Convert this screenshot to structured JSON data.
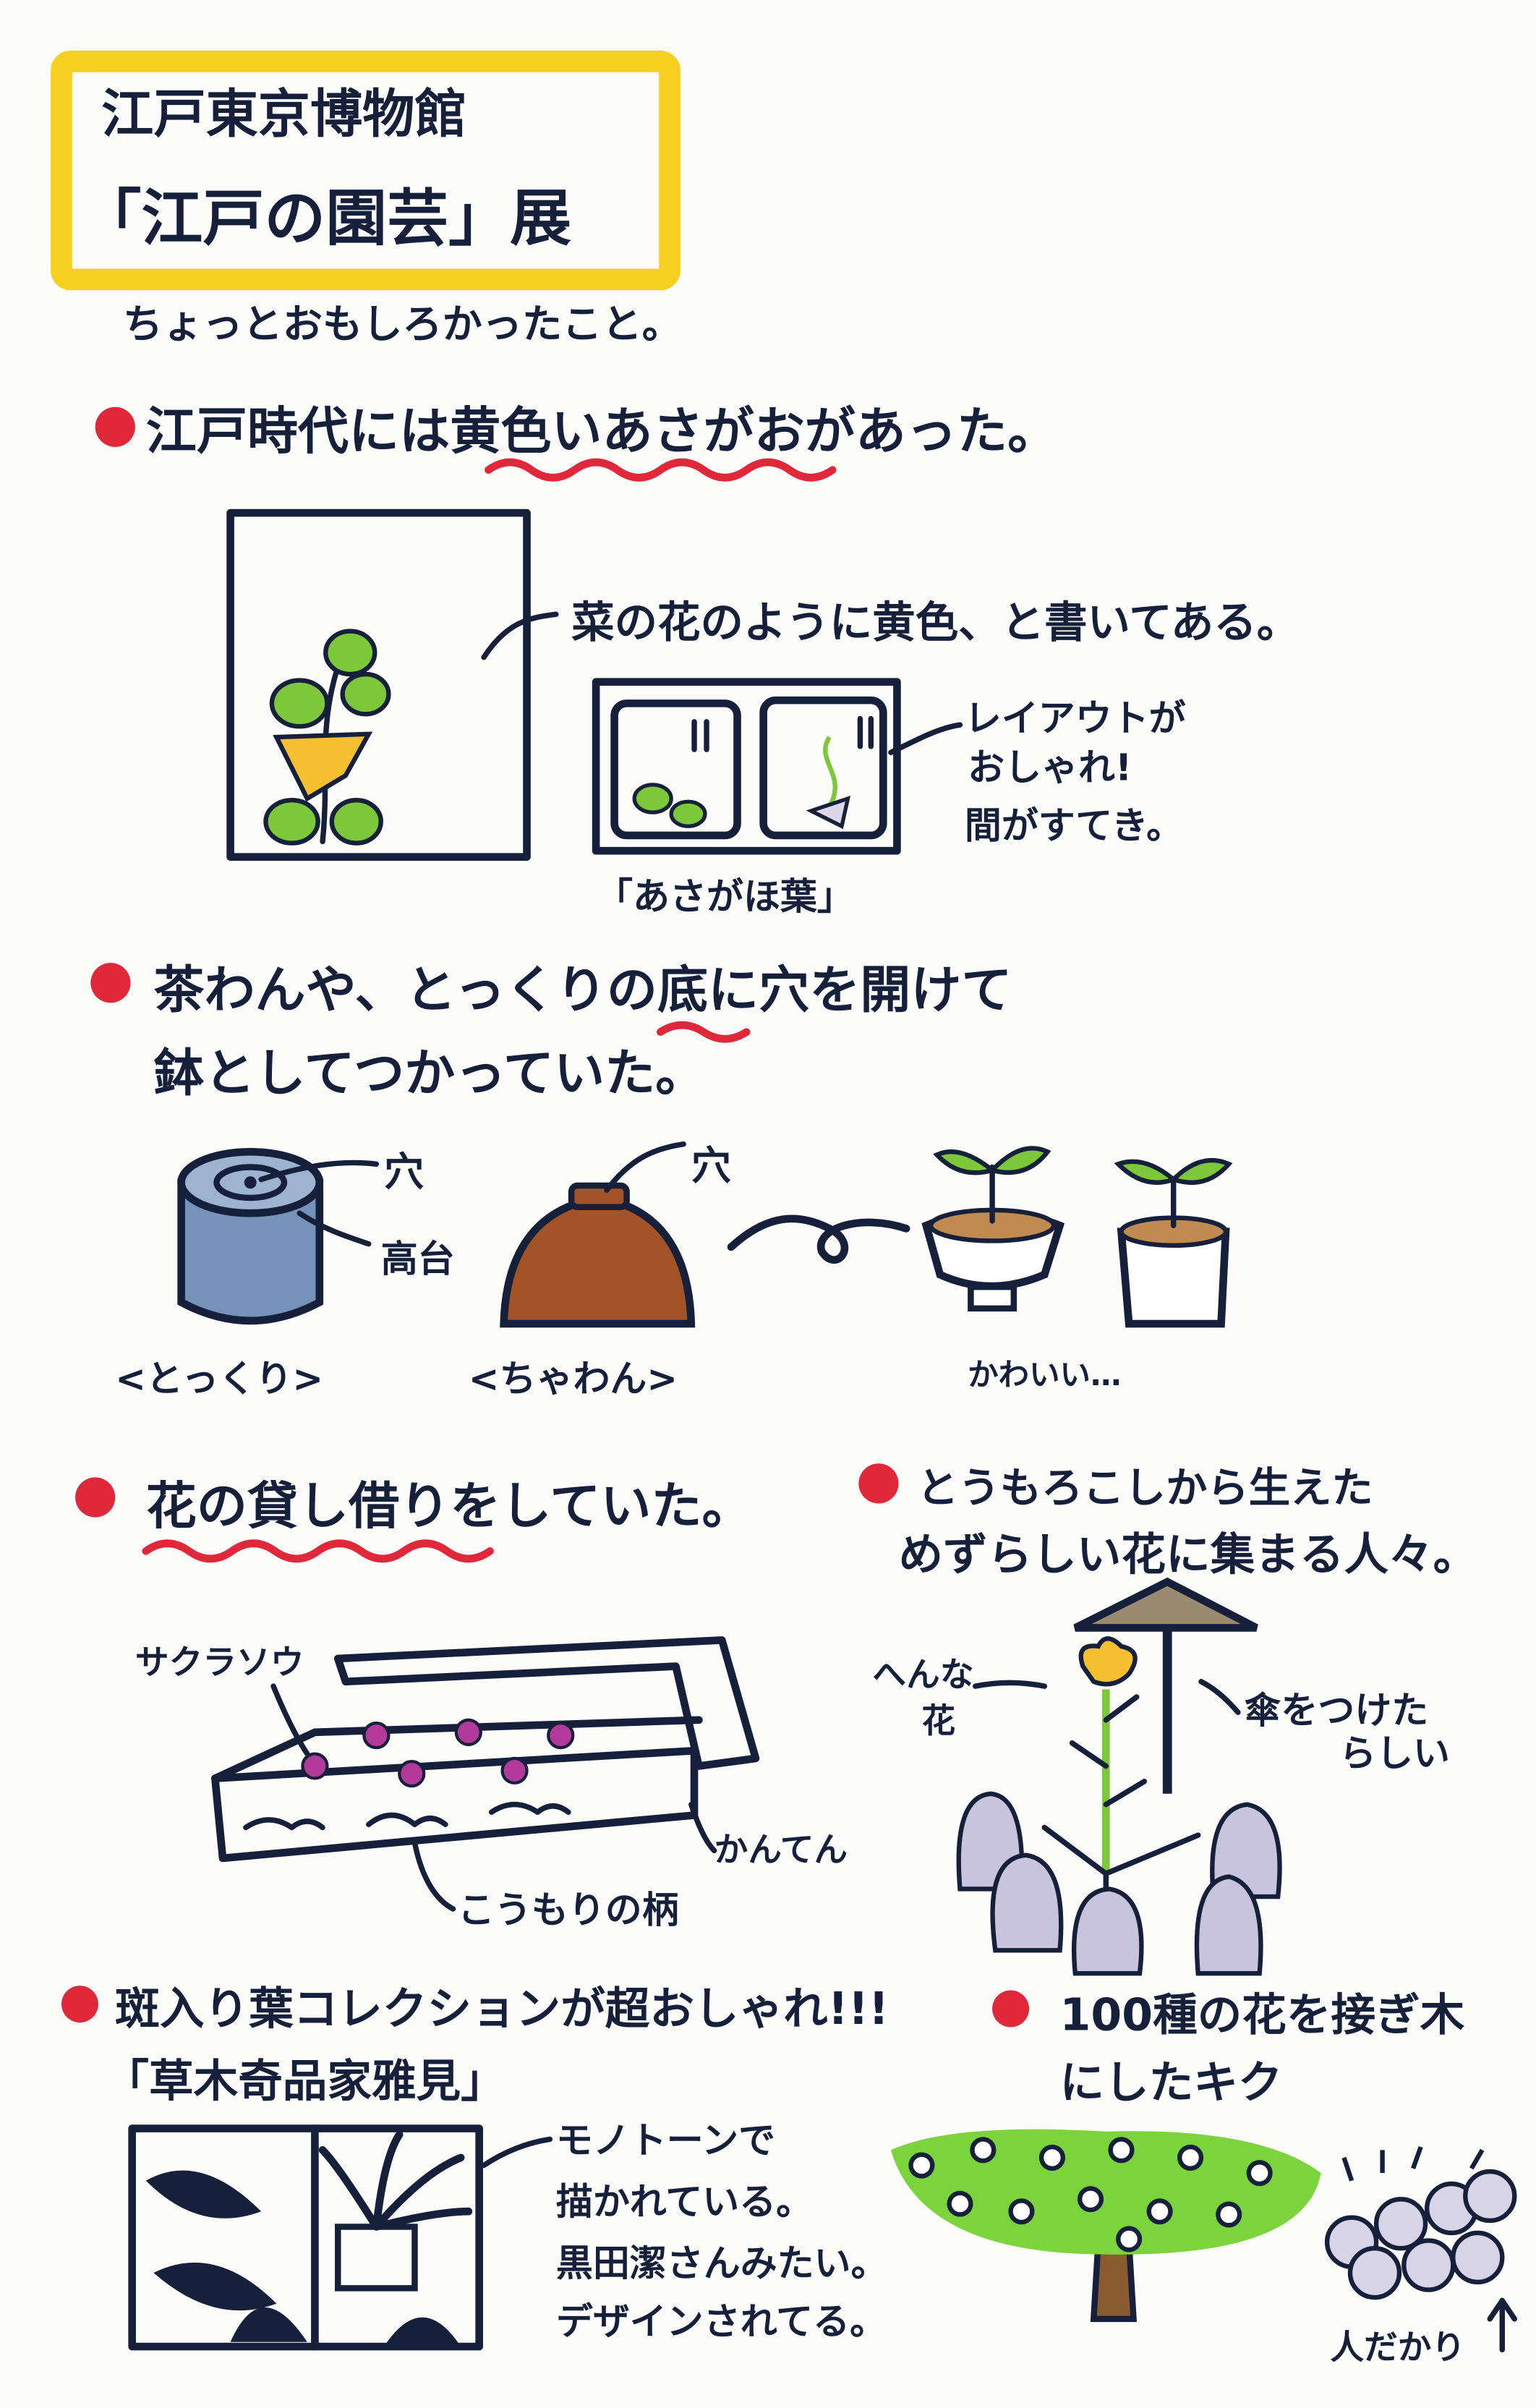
{
  "title": {
    "museum": "江戸東京博物館",
    "exhibition": "「江戸の園芸」展",
    "subtitle": "ちょっとおもしろかったこと。"
  },
  "colors": {
    "ink": "#16203a",
    "highlight": "#f5d020",
    "bullet": "#e0283a",
    "leaf": "#7cc83a",
    "flower": "#f5c030",
    "tokkuri": "#7593b8",
    "chawan": "#a35327",
    "people": "#c9c4de",
    "umbrella": "#9a8a70"
  },
  "section1": {
    "heading": "江戸時代には黄色いあさがおがあった。",
    "note": "菜の花のように黄色、と書いてある。",
    "layout_note": [
      "レイアウトが",
      "おしゃれ!",
      "間がすてき。"
    ],
    "book_caption": "「あさがほ葉」"
  },
  "section2": {
    "heading": [
      "茶わんや、とっくりの底に穴を開けて",
      "鉢としてつかっていた。"
    ],
    "hole_label": "穴",
    "foot_label": "高台",
    "tokkuri_label": "<とっくり>",
    "chawan_label": "<ちゃわん>",
    "cute_label": "かわいい…"
  },
  "section3": {
    "heading": "花の貸し借りをしていた。",
    "primrose_label": "サクラソウ",
    "kanten_label": "かんてん",
    "bat_label": "こうもりの柄"
  },
  "section4": {
    "heading": [
      "とうもろこしから生えた",
      "めずらしい花に集まる人々。"
    ],
    "strange_flower": [
      "へんな",
      "花"
    ],
    "umbrella_note": [
      "傘をつけた",
      "らしい"
    ]
  },
  "section5": {
    "heading": [
      "斑入り葉コレクションが超おしゃれ!!!",
      "「草木奇品家雅見」"
    ],
    "notes": [
      "モノトーンで",
      "描かれている。",
      "黒田潔さんみたい。",
      "デザインされてる。"
    ]
  },
  "section6": {
    "heading": [
      "100種の花を接ぎ木",
      "にしたキク"
    ],
    "crowd_label": "人だかり"
  }
}
